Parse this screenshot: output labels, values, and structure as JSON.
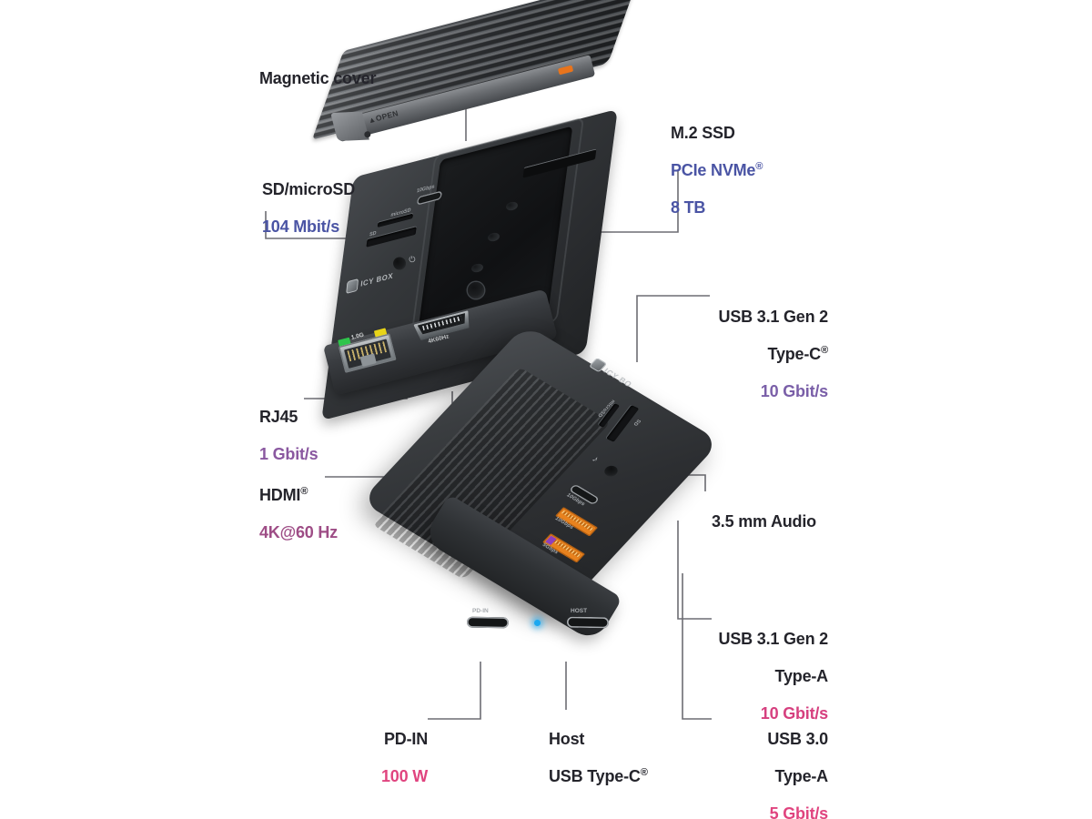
{
  "page": {
    "title": "ICY BOX docking station — exploded feature callout diagram",
    "background_color": "#ffffff",
    "leader_line_color": "#6d6d73"
  },
  "colors": {
    "heading_text": "#24242b",
    "blue_spec": "#4a54a4",
    "purple_spec": "#7a5fa8",
    "mauve_spec": "#9e4d86",
    "magenta_spec": "#d6407f",
    "pink_spec": "#e0447f",
    "accent_orange": "#e8821e",
    "led_green": "#2fc44b",
    "led_yellow": "#e8d418",
    "led_blue": "#1ba8f0"
  },
  "callouts": [
    {
      "id": "magnetic-cover",
      "title": "Magnetic cover",
      "spec": "",
      "spec_color": ""
    },
    {
      "id": "sd-microsd",
      "title": "SD/microSD",
      "spec": "104 Mbit/s",
      "spec_color": "#4a54a4"
    },
    {
      "id": "m2-ssd",
      "title": "M.2 SSD",
      "spec_line1": "PCIe NVMe",
      "spec_sup": "®",
      "spec_line2": "8 TB",
      "spec_color": "#4a54a4"
    },
    {
      "id": "usb31-gen2-type-c",
      "title_line1": "USB 3.1 Gen 2",
      "title_line2": "Type-C",
      "title_sup": "®",
      "spec": "10 Gbit/s",
      "spec_color": "#7a5fa8"
    },
    {
      "id": "rj45",
      "title": "RJ45",
      "spec": "1 Gbit/s",
      "spec_color": "#8a58a0"
    },
    {
      "id": "hdmi",
      "title": "HDMI",
      "title_sup": "®",
      "spec": "4K@60 Hz",
      "spec_color": "#9e4d86"
    },
    {
      "id": "audio",
      "title": "3.5 mm Audio",
      "spec": "",
      "spec_color": ""
    },
    {
      "id": "usb31-gen2-type-a",
      "title_line1": "USB 3.1 Gen 2",
      "title_line2": "Type-A",
      "spec": "10 Gbit/s",
      "spec_color": "#d6407f"
    },
    {
      "id": "usb30-type-a",
      "title_line1": "USB 3.0",
      "title_line2": "Type-A",
      "spec": "5 Gbit/s",
      "spec_color": "#e0447f"
    },
    {
      "id": "pd-in",
      "title": "PD-IN",
      "spec": "100 W",
      "spec_color": "#e0447f"
    },
    {
      "id": "host-usb-type-c",
      "title_line1": "Host",
      "title_line2": "USB Type-C",
      "title_sup": "®",
      "spec": "",
      "spec_color": ""
    }
  ],
  "device_top": {
    "name": "Docking station with magnetic cover lifted",
    "cover_open_label": "▲OPEN",
    "brand_wordmark": "ICY BOX",
    "rj45_speed_label": "1.0G",
    "hdmi_label": "4K60Hz",
    "sd_label": "SD",
    "microsd_label": "microSD",
    "usbc_label": "10Gbps",
    "power_glyph": "⏻"
  },
  "device_bottom": {
    "name": "Docking station assembled, port side view",
    "brand_wordmark": "ICY BO",
    "sd_label": "SD",
    "microsd_label": "microSD",
    "audio_glyph": "🎧",
    "usbc_label": "10Gbps",
    "usba_10_label": "10Gbps",
    "usba_5_label": "5Gbps",
    "pd_in_label": "PD-IN",
    "host_label": "HOST"
  },
  "icons": {
    "cover_open": "open-triangle-icon",
    "power": "power-icon",
    "headphone": "headphone-icon",
    "led_link": "ethernet-link-led",
    "led_activity": "ethernet-activity-led",
    "led_power": "power-status-led"
  }
}
